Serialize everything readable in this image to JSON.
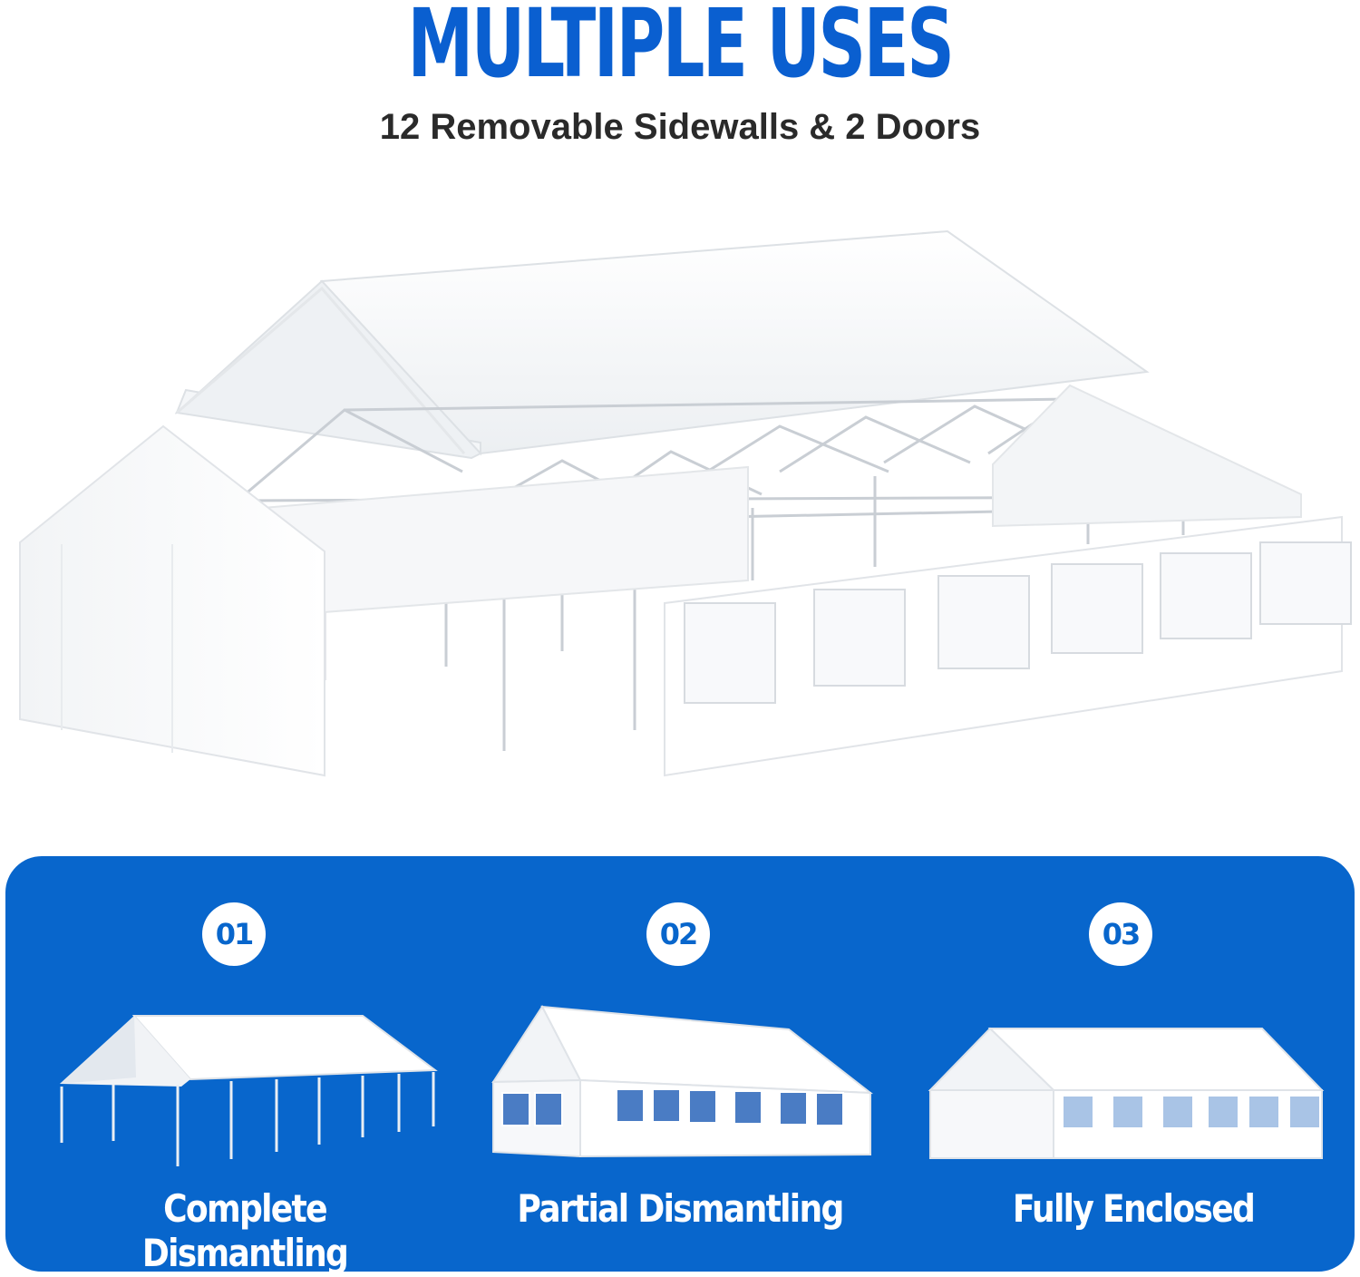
{
  "header": {
    "title": "MULTIPLE USES",
    "subtitle": "12 Removable Sidewalls & 2 Doors"
  },
  "colors": {
    "brand_blue": "#0866cc",
    "title_blue": "#0a5fd0",
    "frame_grey": "#c9ced4"
  },
  "options": [
    {
      "number": "01",
      "label": "Complete Dismantling"
    },
    {
      "number": "02",
      "label": "Partial Dismantling"
    },
    {
      "number": "03",
      "label": "Fully Enclosed"
    }
  ]
}
